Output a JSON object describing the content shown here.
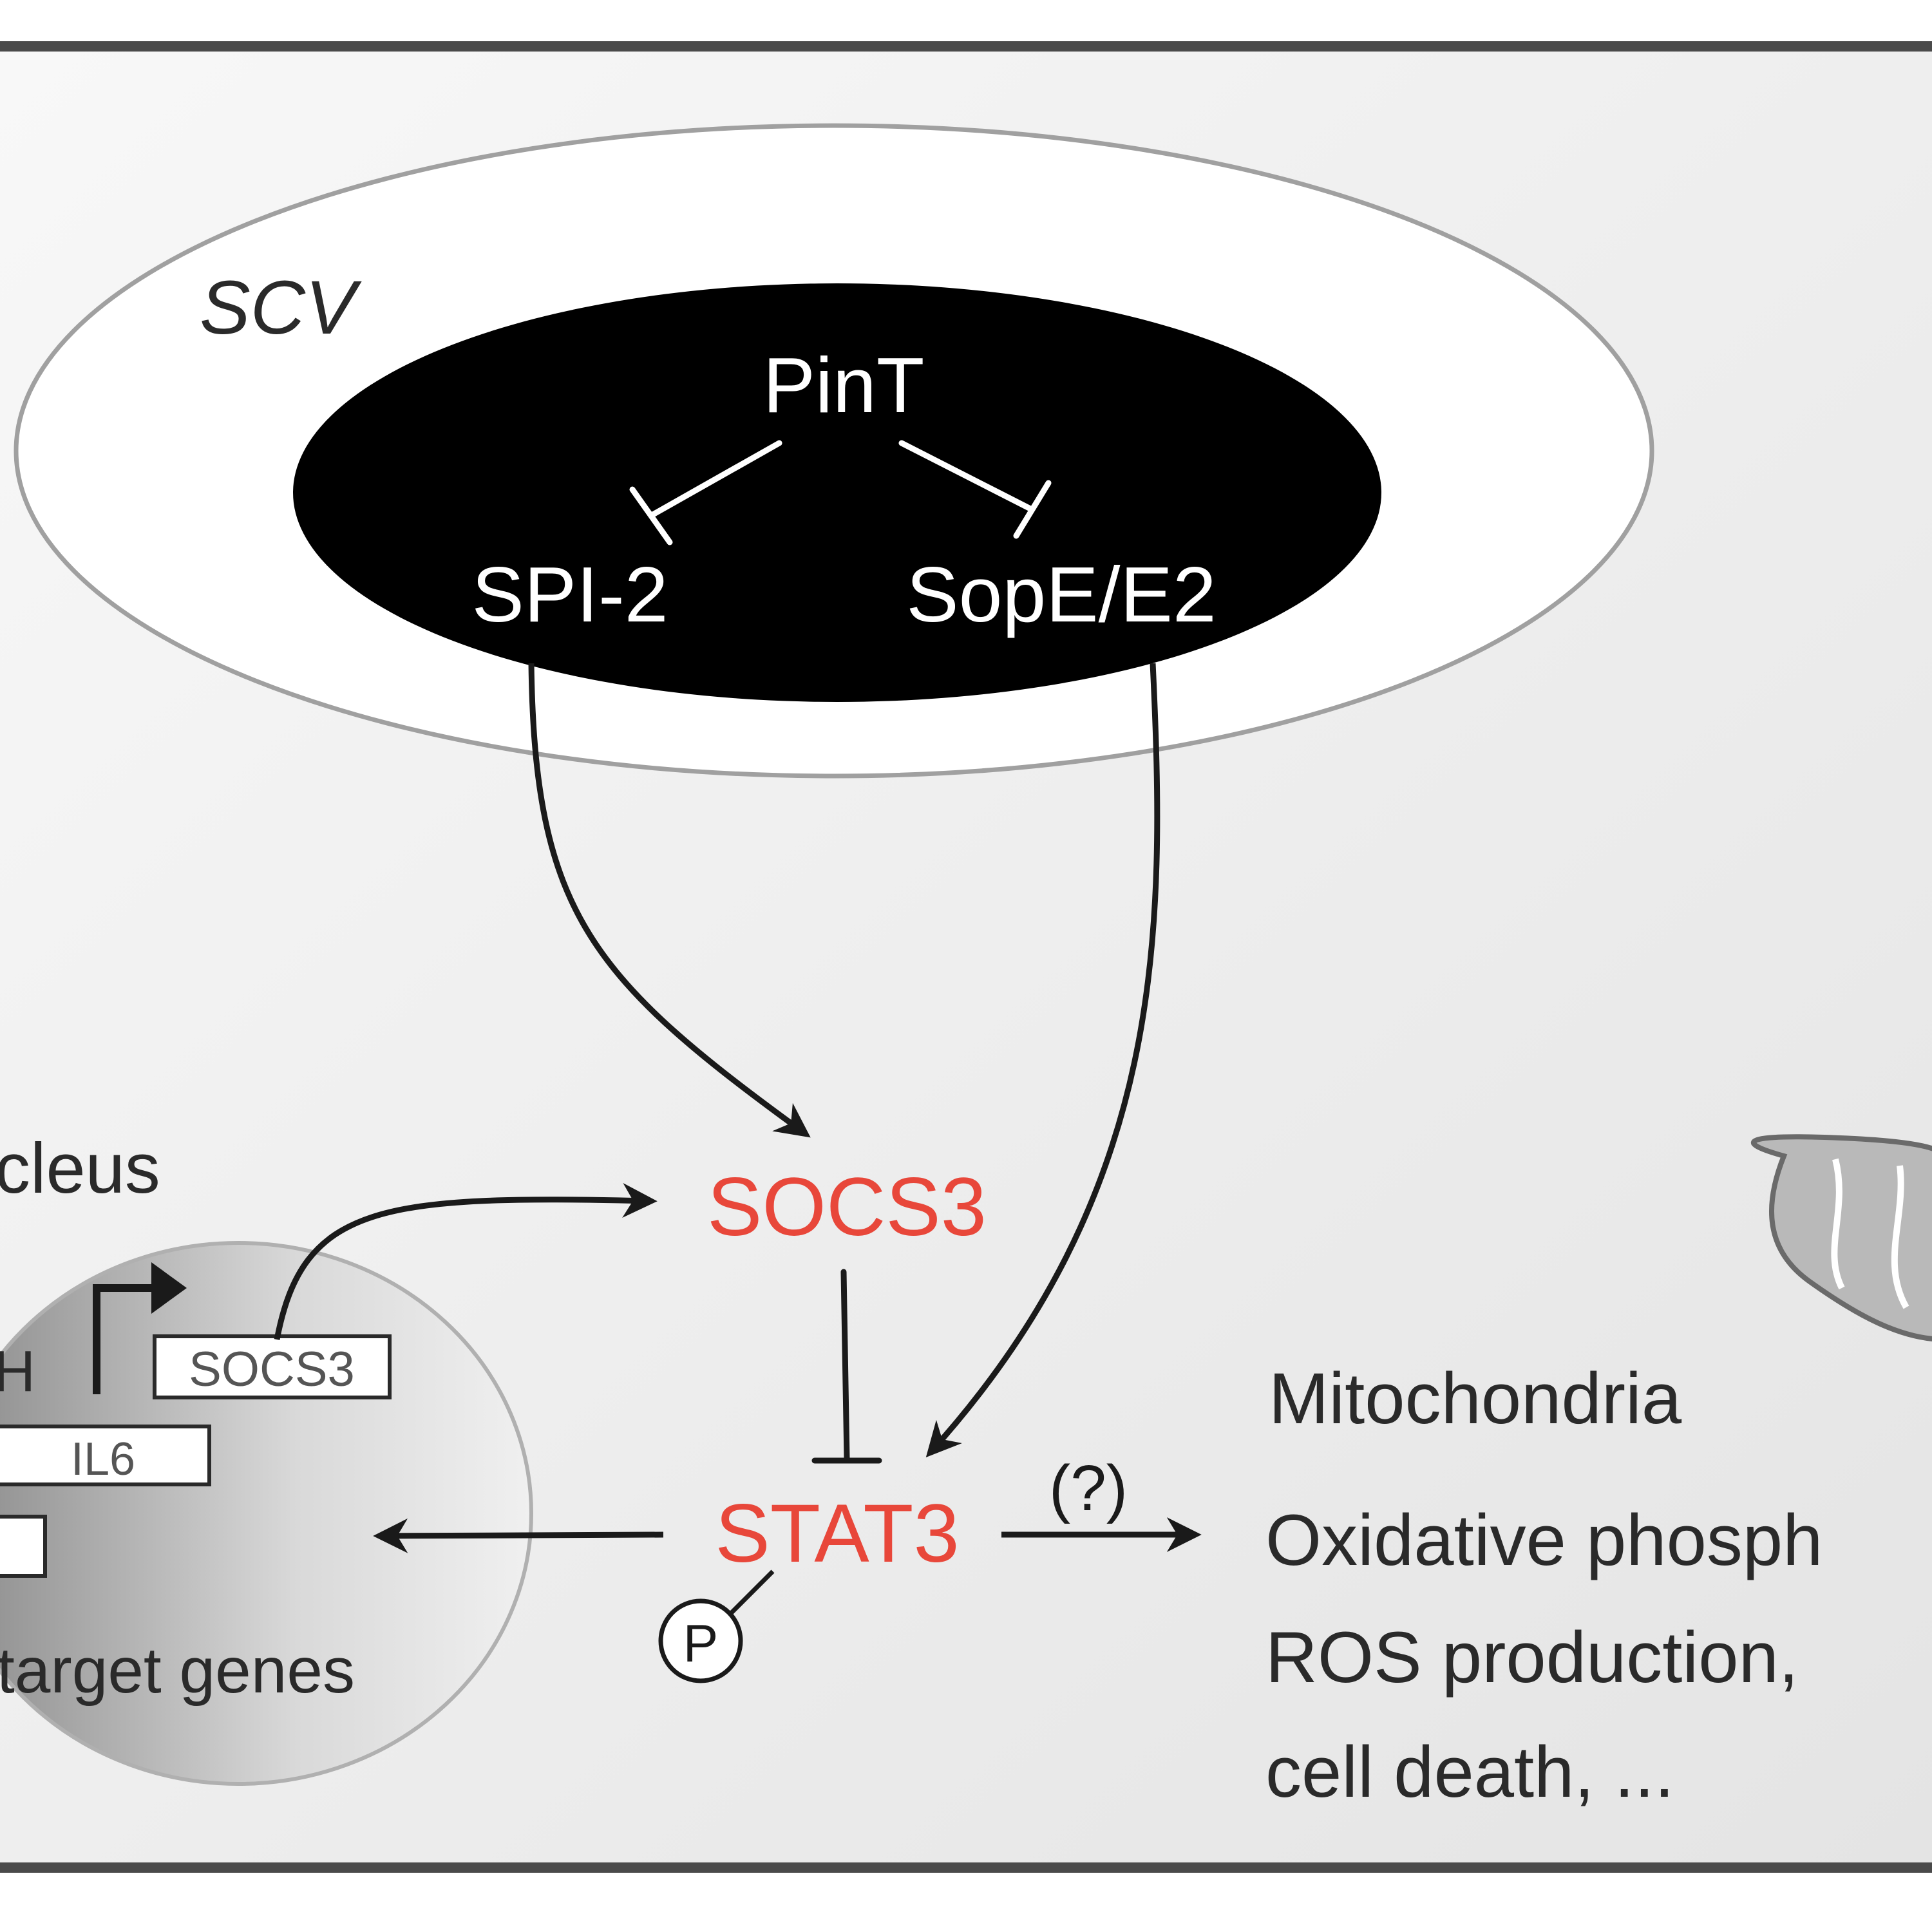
{
  "colors": {
    "frame_stroke": "#4a4a4a",
    "background_light": "#f7f7f7",
    "background_mid": "#e6e6e6",
    "scv_fill": "#ffffff",
    "scv_stroke": "#9a9a9a",
    "bacterium_fill": "#000000",
    "bacterium_text": "#ffffff",
    "highlight_red": "#e8473a",
    "text_dark": "#2a2a2a",
    "nucleus_dark": "#8f8f8f",
    "nucleus_light": "#efefef",
    "mito_fill": "#b9b9b9"
  },
  "labels": {
    "scv": "SCV",
    "pint": "PinT",
    "spi2": "SPI-2",
    "sope": "SopE/E2",
    "socs3": "SOCS3",
    "stat3": "STAT3",
    "phospho": "P",
    "question": "(?)",
    "nucleus": "cleus",
    "gene_socs3": "SOCS3",
    "gene_il6": "IL6",
    "gene_partial": "H",
    "target_genes": "target genes",
    "mitochondria": "Mitochondria",
    "effects_line1": "Oxidative phosph",
    "effects_line2": "ROS production,",
    "effects_line3": "cell death, ..."
  }
}
